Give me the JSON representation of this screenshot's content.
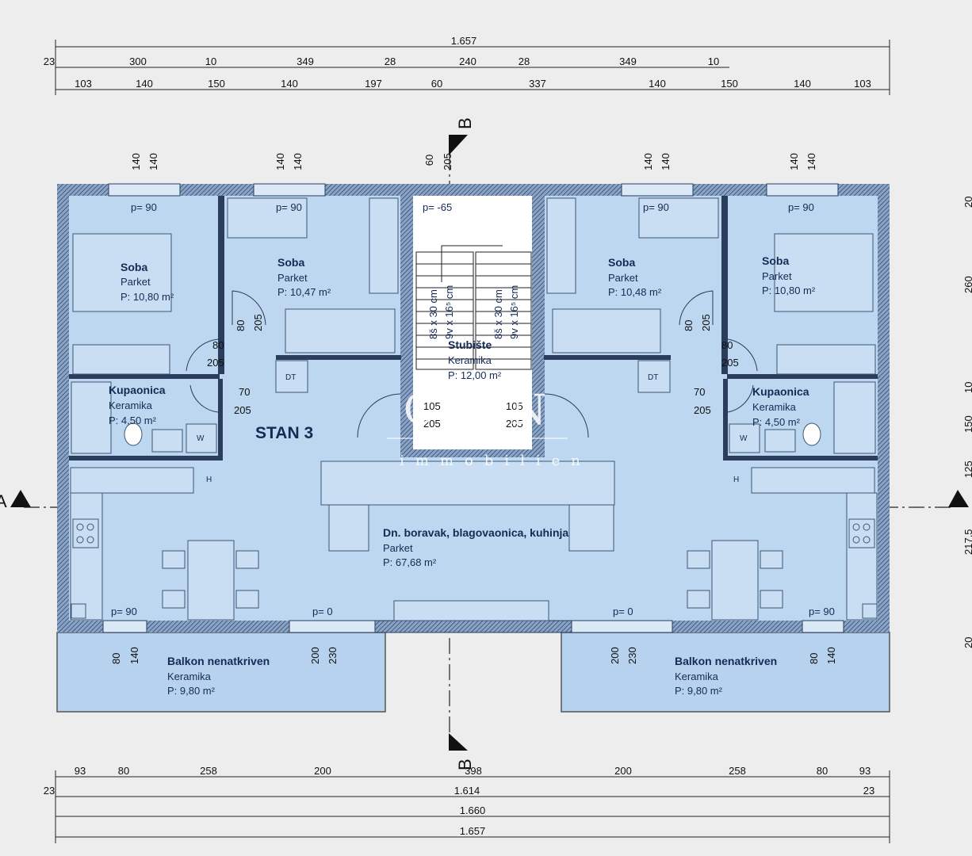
{
  "dimensions": {
    "top_total": "1.657",
    "top_row2": [
      "23",
      "300",
      "10",
      "349",
      "28",
      "240",
      "28",
      "349",
      "10"
    ],
    "top_row3": [
      "103",
      "140",
      "150",
      "140",
      "197",
      "60",
      "337",
      "140",
      "150",
      "140",
      "103"
    ],
    "window_widths": [
      "140",
      "140",
      "140",
      "140",
      "140",
      "140",
      "140",
      "140"
    ],
    "stair_opening": [
      "60",
      "205"
    ],
    "bottom_row1": [
      "93",
      "80",
      "258",
      "200",
      "398",
      "200",
      "258",
      "80",
      "93"
    ],
    "bottom_row2_ends": [
      "23",
      "23"
    ],
    "bottom_row2": "1.614",
    "bottom_row3": "1.660",
    "bottom_row4": "1.657",
    "right_side": [
      "20",
      "260",
      "10",
      "150",
      "125",
      "217.5",
      "20"
    ],
    "door_sizes": {
      "w80": "80",
      "h205": "205",
      "w70": "70",
      "w105": "105",
      "w200": "200",
      "h230": "230",
      "h140": "140"
    }
  },
  "sill_heights": {
    "p90": "p= 90",
    "p65": "p= -65",
    "p0": "p= 0"
  },
  "section_marks": {
    "a": "A",
    "b": "B"
  },
  "unit_label": "STAN 3",
  "rooms": {
    "soba_1": {
      "name": "Soba",
      "floor": "Parket",
      "area": "P: 10,80 m²"
    },
    "soba_2": {
      "name": "Soba",
      "floor": "Parket",
      "area": "P: 10,47 m²"
    },
    "stair": {
      "name": "Stubište",
      "floor": "Keramika",
      "area": "P: 12,00 m²",
      "flight": [
        "8š x 30 cm",
        "9v x 16⁵ cm"
      ]
    },
    "soba_3": {
      "name": "Soba",
      "floor": "Parket",
      "area": "P: 10,48 m²"
    },
    "soba_4": {
      "name": "Soba",
      "floor": "Parket",
      "area": "P: 10,80 m²"
    },
    "bath_left": {
      "name": "Kupaonica",
      "floor": "Keramika",
      "area": "P: 4,50 m²"
    },
    "bath_right": {
      "name": "Kupaonica",
      "floor": "Keramika",
      "area": "P: 4,50 m²"
    },
    "living": {
      "name": "Dn. boravak, blagovaonica, kuhinja",
      "floor": "Parket",
      "area": "P: 67,68 m²"
    },
    "balcony_left": {
      "name": "Balkon nenatkriven",
      "floor": "Keramika",
      "area": "P: 9,80 m²"
    },
    "balcony_right": {
      "name": "Balkon nenatkriven",
      "floor": "Keramika",
      "area": "P: 9,80 m²"
    }
  },
  "fixture_labels": {
    "dt": "DT",
    "w": "W",
    "h": "H"
  },
  "watermark": {
    "brand": "CREN",
    "tagline": "immobilien"
  },
  "colors": {
    "room_fill": "#bcd7ef",
    "balcony_fill": "#b6d2ee",
    "wall": "#2a3d5c",
    "stair_fill": "#ffffff",
    "background": "#ededed"
  }
}
